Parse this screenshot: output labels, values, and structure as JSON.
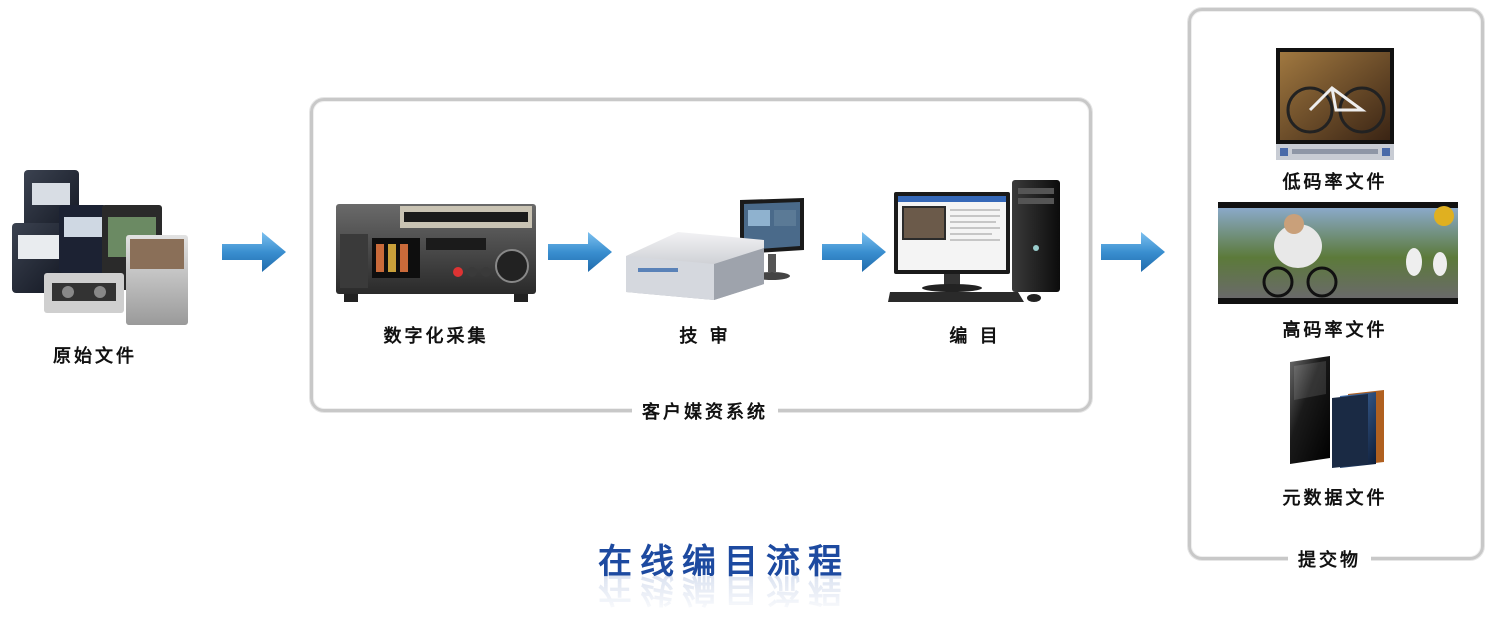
{
  "diagram": {
    "title": "在线编目流程",
    "nodes": {
      "source": {
        "label": "原始文件",
        "icon": "tape-cartridges-icon"
      },
      "digitize": {
        "label": "数字化采集",
        "icon": "vtr-deck-icon"
      },
      "review": {
        "label": "技  审",
        "icon": "server-monitor-icon"
      },
      "catalog": {
        "label": "编  目",
        "icon": "desktop-computer-icon"
      }
    },
    "groups": {
      "client_system": {
        "caption": "客户媒资系统"
      },
      "deliverables": {
        "caption": "提交物"
      }
    },
    "deliverables": [
      {
        "label": "低码率文件",
        "icon": "video-player-thumbnail-icon"
      },
      {
        "label": "高码率文件",
        "icon": "cycling-video-banner-icon"
      },
      {
        "label": "元数据文件",
        "icon": "file-stack-icon"
      }
    ],
    "colors": {
      "arrow": "#3a8fd0",
      "title": "#1d4aa0",
      "frame": "#c8c8c8"
    }
  }
}
